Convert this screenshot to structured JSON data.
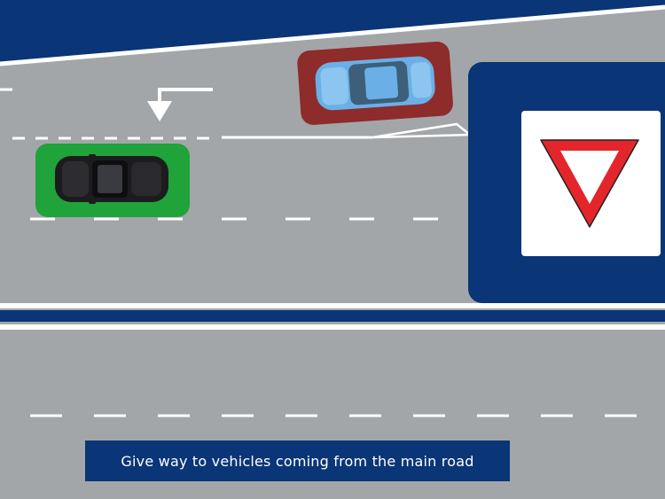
{
  "caption": "Give way to vehicles coming from the main road",
  "sign": {
    "type": "give-way-sign"
  },
  "vehicles": [
    {
      "name": "green-highlighted-black-car",
      "body_color": "#1c1c1e",
      "highlight_color": "#1fa33a"
    },
    {
      "name": "red-highlighted-blue-car",
      "body_color": "#6ab0e6",
      "highlight_color": "#8e2b2b"
    }
  ],
  "colors": {
    "road": "#a3a6a8",
    "navy": "#0a3577",
    "lane_marking": "#ffffff",
    "sign_red": "#e4262c"
  }
}
